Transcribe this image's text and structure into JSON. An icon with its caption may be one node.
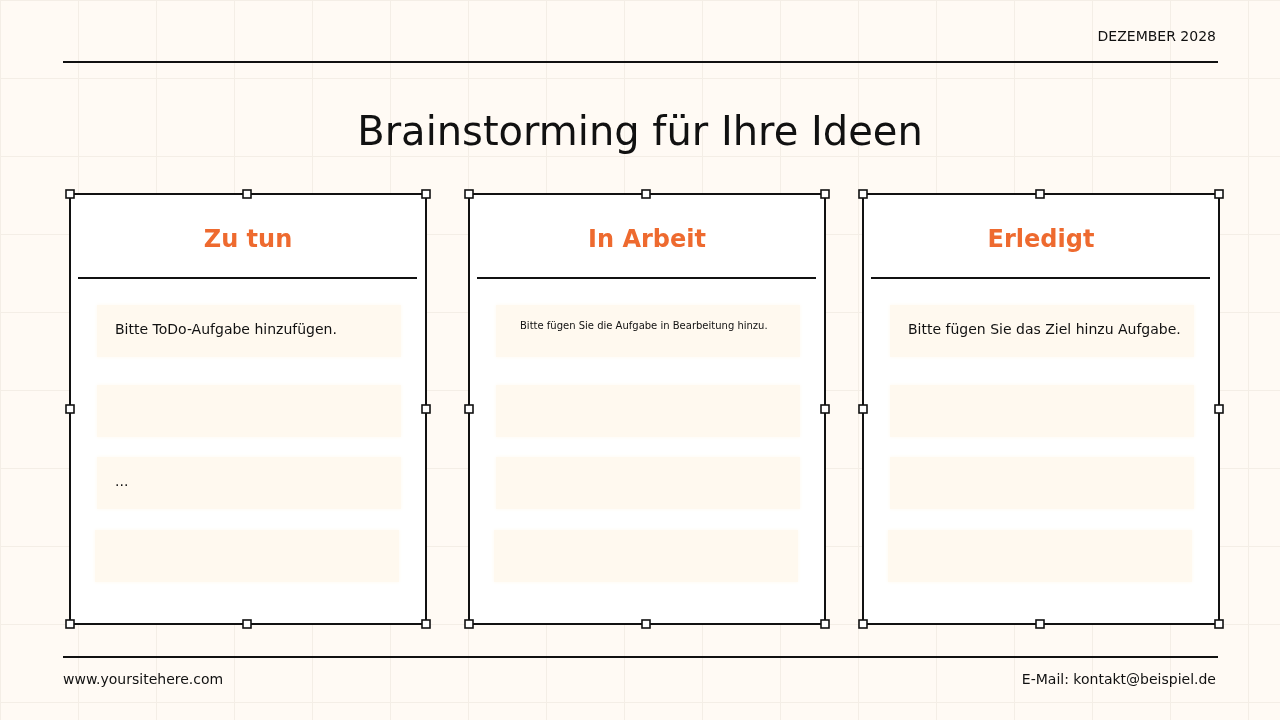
{
  "diagram": {
    "title": "Brainstorming für Ihre Ideen",
    "nodes": [
      {
        "text": [
          "Zu tun"
        ]
      },
      {
        "text": [
          "Bitte ToDo-Aufgabe hinzufügen."
        ],
        "in": 0
      },
      {
        "text": [],
        "shape": "box",
        "in": 0
      },
      {
        "text": [
          "..."
        ],
        "in": 0
      },
      {
        "text": [],
        "shape": "box",
        "in": 0
      },
      {
        "text": [
          "In Arbeit"
        ]
      },
      {
        "text": [
          "Bitte fügen Sie die Aufgabe in Bearbeitung hinzu."
        ],
        "in": 5
      },
      {
        "text": [],
        "shape": "box",
        "in": 5
      },
      {
        "text": [],
        "shape": "box",
        "in": 5
      },
      {
        "text": [],
        "shape": "box",
        "in": 5
      },
      {
        "text": [
          "Erledigt"
        ]
      },
      {
        "text": [
          "Bitte fügen Sie das Ziel hinzu Aufgabe."
        ],
        "in": 10
      },
      {
        "text": [],
        "shape": "box",
        "in": 10
      },
      {
        "text": [],
        "shape": "box",
        "in": 10
      },
      {
        "text": [],
        "shape": "box",
        "in": 10
      }
    ],
    "edges": [],
    "labels": [
      "DEZEMBER 2028",
      "www.yoursitehere.com",
      "E-Mail: kontakt@beispiel.de"
    ]
  }
}
